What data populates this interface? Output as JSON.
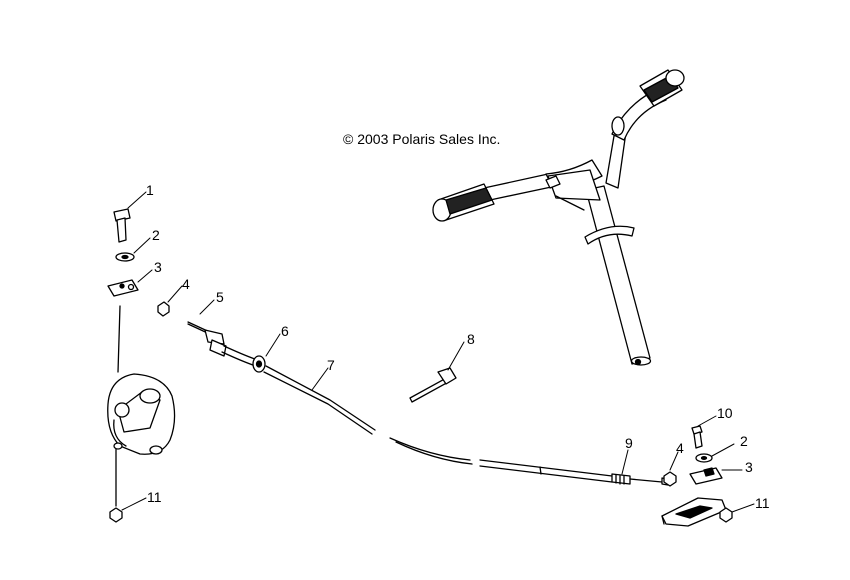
{
  "copyright": "© 2003 Polaris Sales Inc.",
  "callouts": {
    "c1": "1",
    "c2a": "2",
    "c3a": "3",
    "c4a": "4",
    "c5": "5",
    "c6": "6",
    "c7": "7",
    "c8": "8",
    "c9": "9",
    "c10": "10",
    "c4b": "4",
    "c2b": "2",
    "c3b": "3",
    "c11a": "11",
    "c11b": "11"
  }
}
